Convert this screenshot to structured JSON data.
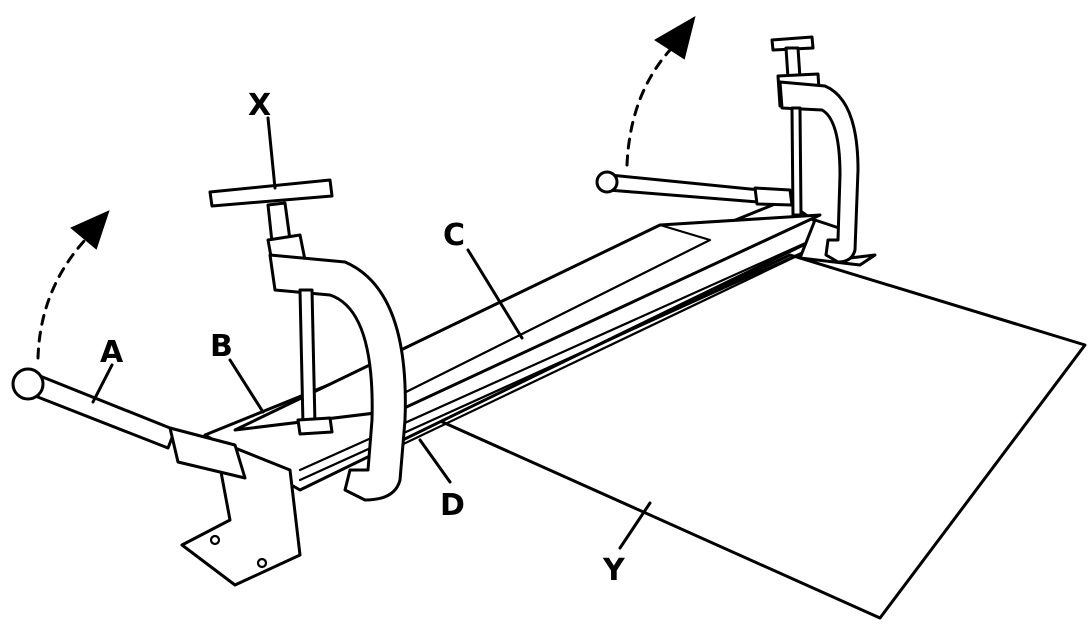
{
  "labels": {
    "X": "X",
    "A": "A",
    "B": "B",
    "C": "C",
    "D": "D",
    "Y": "Y"
  },
  "colors": {
    "ink": "#000000",
    "paper": "#ffffff"
  }
}
